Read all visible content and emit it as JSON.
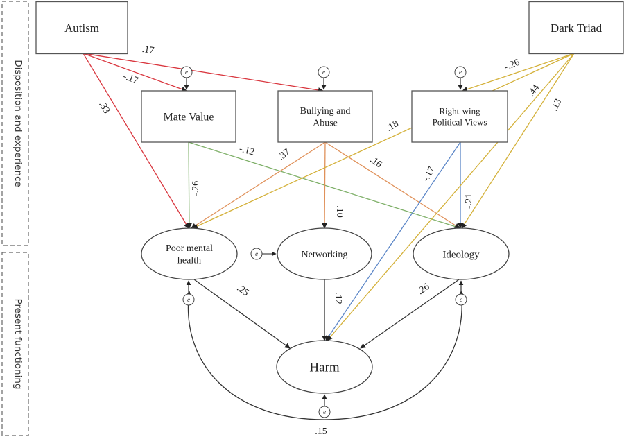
{
  "groups": [
    {
      "id": "disposition",
      "label": "Disposition and experience"
    },
    {
      "id": "present",
      "label": "Present functioning"
    }
  ],
  "error_symbol": "e",
  "colors": {
    "autism": "#d9363e",
    "mate_value": "#7fb069",
    "bullying": "#e0915a",
    "right_wing": "#5b86c7",
    "dark_triad": "#d4b13a",
    "outcome": "#333333"
  },
  "nodes": {
    "autism": {
      "label": [
        "Autism"
      ],
      "kind": "observed"
    },
    "dark_triad": {
      "label": [
        "Dark Triad"
      ],
      "kind": "observed"
    },
    "mate_value": {
      "label": [
        "Mate Value"
      ],
      "kind": "observed"
    },
    "bullying": {
      "label": [
        "Bullying and",
        "Abuse"
      ],
      "kind": "observed"
    },
    "right_wing": {
      "label": [
        "Right-wing",
        "Political Views"
      ],
      "kind": "observed"
    },
    "poor_mental_health": {
      "label": [
        "Poor mental",
        "health"
      ],
      "kind": "latent"
    },
    "networking": {
      "label": [
        "Networking"
      ],
      "kind": "latent"
    },
    "ideology": {
      "label": [
        "Ideology"
      ],
      "kind": "latent"
    },
    "harm": {
      "label": [
        "Harm"
      ],
      "kind": "latent"
    }
  },
  "paths": [
    {
      "from": "autism",
      "to": "bullying",
      "coef": ".17",
      "color_key": "autism"
    },
    {
      "from": "autism",
      "to": "mate_value",
      "coef": "-.17",
      "color_key": "autism"
    },
    {
      "from": "autism",
      "to": "poor_mental_health",
      "coef": ".33",
      "color_key": "autism"
    },
    {
      "from": "mate_value",
      "to": "poor_mental_health",
      "coef": "-.26",
      "color_key": "mate_value"
    },
    {
      "from": "mate_value",
      "to": "ideology",
      "coef": "-.12",
      "color_key": "mate_value"
    },
    {
      "from": "bullying",
      "to": "poor_mental_health",
      "coef": ".37",
      "color_key": "bullying"
    },
    {
      "from": "bullying",
      "to": "networking",
      "coef": ".10",
      "color_key": "bullying"
    },
    {
      "from": "bullying",
      "to": "ideology",
      "coef": ".16",
      "color_key": "bullying"
    },
    {
      "from": "right_wing",
      "to": "harm",
      "coef": "-.17",
      "color_key": "right_wing"
    },
    {
      "from": "right_wing",
      "to": "ideology",
      "coef": "-.21",
      "color_key": "right_wing"
    },
    {
      "from": "dark_triad",
      "to": "right_wing",
      "coef": "-.26",
      "color_key": "dark_triad"
    },
    {
      "from": "dark_triad",
      "to": "poor_mental_health",
      "coef": ".18",
      "color_key": "dark_triad"
    },
    {
      "from": "dark_triad",
      "to": "harm",
      "coef": ".44",
      "color_key": "dark_triad"
    },
    {
      "from": "dark_triad",
      "to": "ideology",
      "coef": ".13",
      "color_key": "dark_triad"
    },
    {
      "from": "poor_mental_health",
      "to": "harm",
      "coef": ".25",
      "color_key": "outcome"
    },
    {
      "from": "networking",
      "to": "harm",
      "coef": ".12",
      "color_key": "outcome"
    },
    {
      "from": "ideology",
      "to": "harm",
      "coef": ".26",
      "color_key": "outcome"
    }
  ],
  "covariance": {
    "between": [
      "poor_mental_health",
      "ideology"
    ],
    "coef": ".15"
  }
}
